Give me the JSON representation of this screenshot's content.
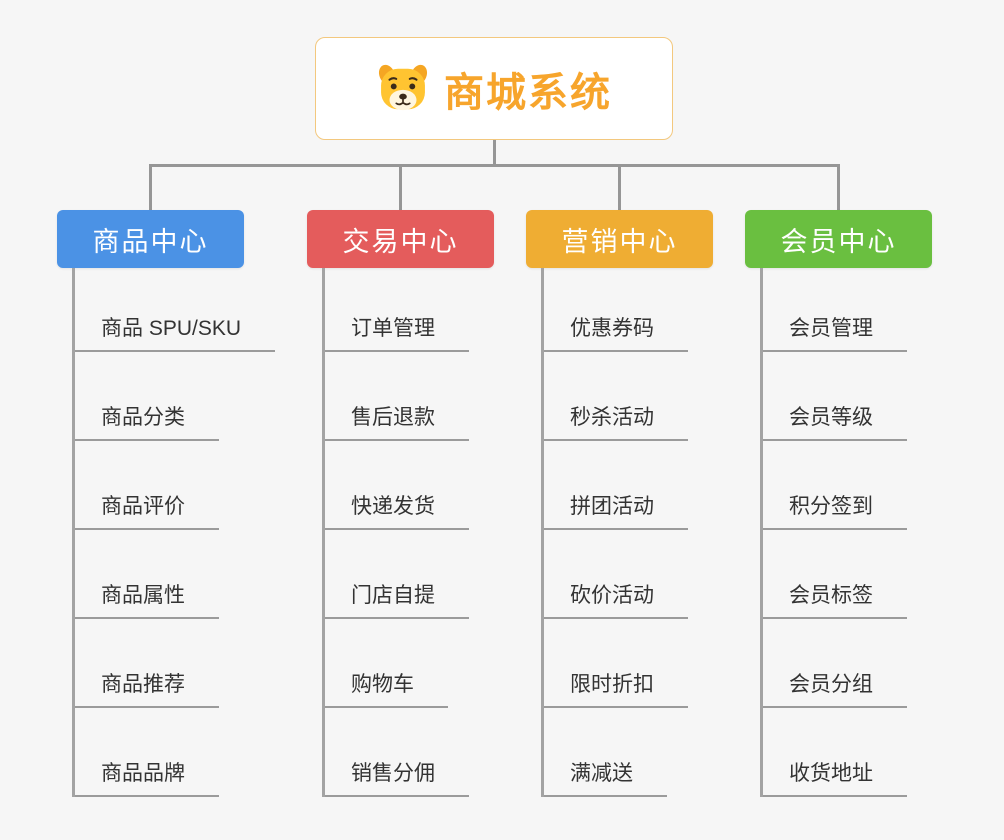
{
  "root": {
    "title": "商城系统",
    "icon": "dog-icon",
    "title_color": "#F7A52C"
  },
  "branches": [
    {
      "label": "商品中心",
      "color": "#4B92E5",
      "children": [
        "商品 SPU/SKU",
        "商品分类",
        "商品评价",
        "商品属性",
        "商品推荐",
        "商品品牌"
      ]
    },
    {
      "label": "交易中心",
      "color": "#E45C5C",
      "children": [
        "订单管理",
        "售后退款",
        "快递发货",
        "门店自提",
        "购物车",
        "销售分佣"
      ]
    },
    {
      "label": "营销中心",
      "color": "#EFAD33",
      "children": [
        "优惠券码",
        "秒杀活动",
        "拼团活动",
        "砍价活动",
        "限时折扣",
        "满减送"
      ]
    },
    {
      "label": "会员中心",
      "color": "#6ABF40",
      "children": [
        "会员管理",
        "会员等级",
        "积分签到",
        "会员标签",
        "会员分组",
        "收货地址"
      ]
    }
  ],
  "colors": {
    "connector": "#969696",
    "underline": "#9b9b9b",
    "background": "#f6f6f6",
    "root_border": "#F3C87E"
  }
}
